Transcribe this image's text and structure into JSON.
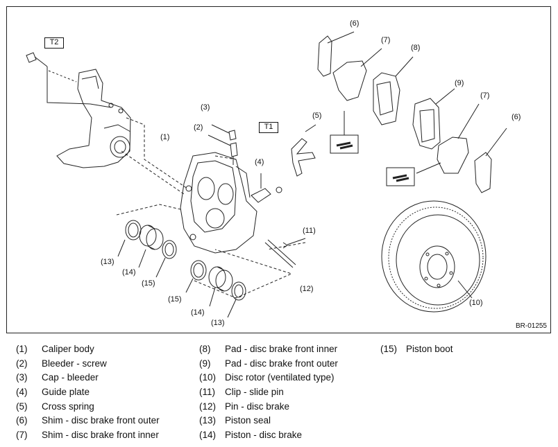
{
  "figure": {
    "id_label": "BR-01255",
    "torque_labels": {
      "t1": "T1",
      "t2": "T2"
    },
    "callouts": {
      "c1": "(1)",
      "c2": "(2)",
      "c3": "(3)",
      "c4": "(4)",
      "c5": "(5)",
      "c6a": "(6)",
      "c6b": "(6)",
      "c7a": "(7)",
      "c7b": "(7)",
      "c8": "(8)",
      "c9": "(9)",
      "c10": "(10)",
      "c11": "(11)",
      "c12": "(12)",
      "c13a": "(13)",
      "c13b": "(13)",
      "c14a": "(14)",
      "c14b": "(14)",
      "c15a": "(15)",
      "c15b": "(15)"
    }
  },
  "legend": {
    "col1": [
      {
        "num": "(1)",
        "text": "Caliper body"
      },
      {
        "num": "(2)",
        "text": "Bleeder - screw"
      },
      {
        "num": "(3)",
        "text": "Cap - bleeder"
      },
      {
        "num": "(4)",
        "text": "Guide plate"
      },
      {
        "num": "(5)",
        "text": "Cross spring"
      },
      {
        "num": "(6)",
        "text": "Shim - disc brake front outer"
      },
      {
        "num": "(7)",
        "text": "Shim - disc brake front inner"
      }
    ],
    "col2": [
      {
        "num": "(8)",
        "text": "Pad - disc brake front inner"
      },
      {
        "num": "(9)",
        "text": "Pad - disc brake front outer"
      },
      {
        "num": "(10)",
        "text": "Disc rotor (ventilated type)"
      },
      {
        "num": "(11)",
        "text": "Clip - slide pin"
      },
      {
        "num": "(12)",
        "text": "Pin - disc brake"
      },
      {
        "num": "(13)",
        "text": "Piston seal"
      },
      {
        "num": "(14)",
        "text": "Piston - disc brake"
      }
    ],
    "col3": [
      {
        "num": "(15)",
        "text": "Piston boot"
      }
    ]
  }
}
